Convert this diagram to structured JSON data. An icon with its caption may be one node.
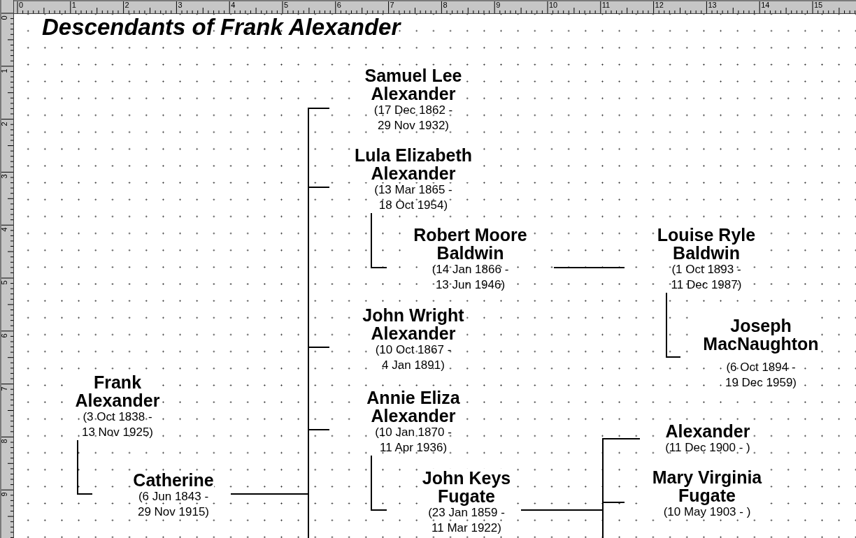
{
  "diagram": {
    "title": "Descendants of Frank Alexander",
    "nodes": [
      {
        "text": [
          "Frank Alexander",
          "(3 Oct 1838 - 13 Nov 1925)"
        ]
      },
      {
        "text": [
          "Catherine",
          "(6 Jun 1843 - 29 Nov 1915)"
        ]
      },
      {
        "text": [
          "Samuel Lee Alexander",
          "(17 Dec 1862 - 29 Nov 1932)"
        ]
      },
      {
        "text": [
          "Lula Elizabeth Alexander",
          "(13 Mar 1865 - 18 Oct 1954)"
        ]
      },
      {
        "text": [
          "Robert Moore Baldwin",
          "(14 Jan 1866 - 13 Jun 1946)"
        ]
      },
      {
        "text": [
          "Louise Ryle Baldwin",
          "(1 Oct 1893 - 11 Dec 1987)"
        ]
      },
      {
        "text": [
          "Joseph MacNaughton",
          "(6 Oct 1894 - 19 Dec 1959)"
        ]
      },
      {
        "text": [
          "John Wright Alexander",
          "(10 Oct 1867 - 4 Jan 1891)"
        ]
      },
      {
        "text": [
          "Annie Eliza Alexander",
          "(10 Jan 1870 - 11 Apr 1936)"
        ]
      },
      {
        "text": [
          "John Keys Fugate",
          "(23 Jan 1859 - 11 Mar 1922)"
        ]
      },
      {
        "text": [
          "Alexander",
          "(11 Dec 1900 - )"
        ]
      },
      {
        "text": [
          "Mary Virginia Fugate",
          "(10 May 1903 - )"
        ]
      }
    ],
    "edges": [
      {
        "from": 0,
        "to": 1,
        "arrow": "none"
      },
      {
        "from": 1,
        "to": 2,
        "arrow": "none"
      },
      {
        "from": 1,
        "to": 3,
        "arrow": "none"
      },
      {
        "from": 1,
        "to": 7,
        "arrow": "none"
      },
      {
        "from": 1,
        "to": 8,
        "arrow": "none"
      },
      {
        "from": 1,
        "to": null,
        "arrow": "none"
      },
      {
        "from": 3,
        "to": 4,
        "arrow": "none"
      },
      {
        "from": 4,
        "to": 5,
        "arrow": "none"
      },
      {
        "from": 5,
        "to": 6,
        "arrow": "none"
      },
      {
        "from": 8,
        "to": 9,
        "arrow": "none"
      },
      {
        "from": 9,
        "to": 10,
        "arrow": "none"
      },
      {
        "from": 9,
        "to": 11,
        "arrow": "none"
      },
      {
        "from": 9,
        "to": null,
        "arrow": "none"
      }
    ],
    "labels": [
      "0",
      "1",
      "2",
      "3",
      "4",
      "5",
      "6",
      "7",
      "8",
      "9",
      "10",
      "11",
      "12",
      "13",
      "14",
      "15",
      "0",
      "1",
      "2",
      "3",
      "4",
      "5",
      "6",
      "7",
      "8",
      "9"
    ]
  }
}
